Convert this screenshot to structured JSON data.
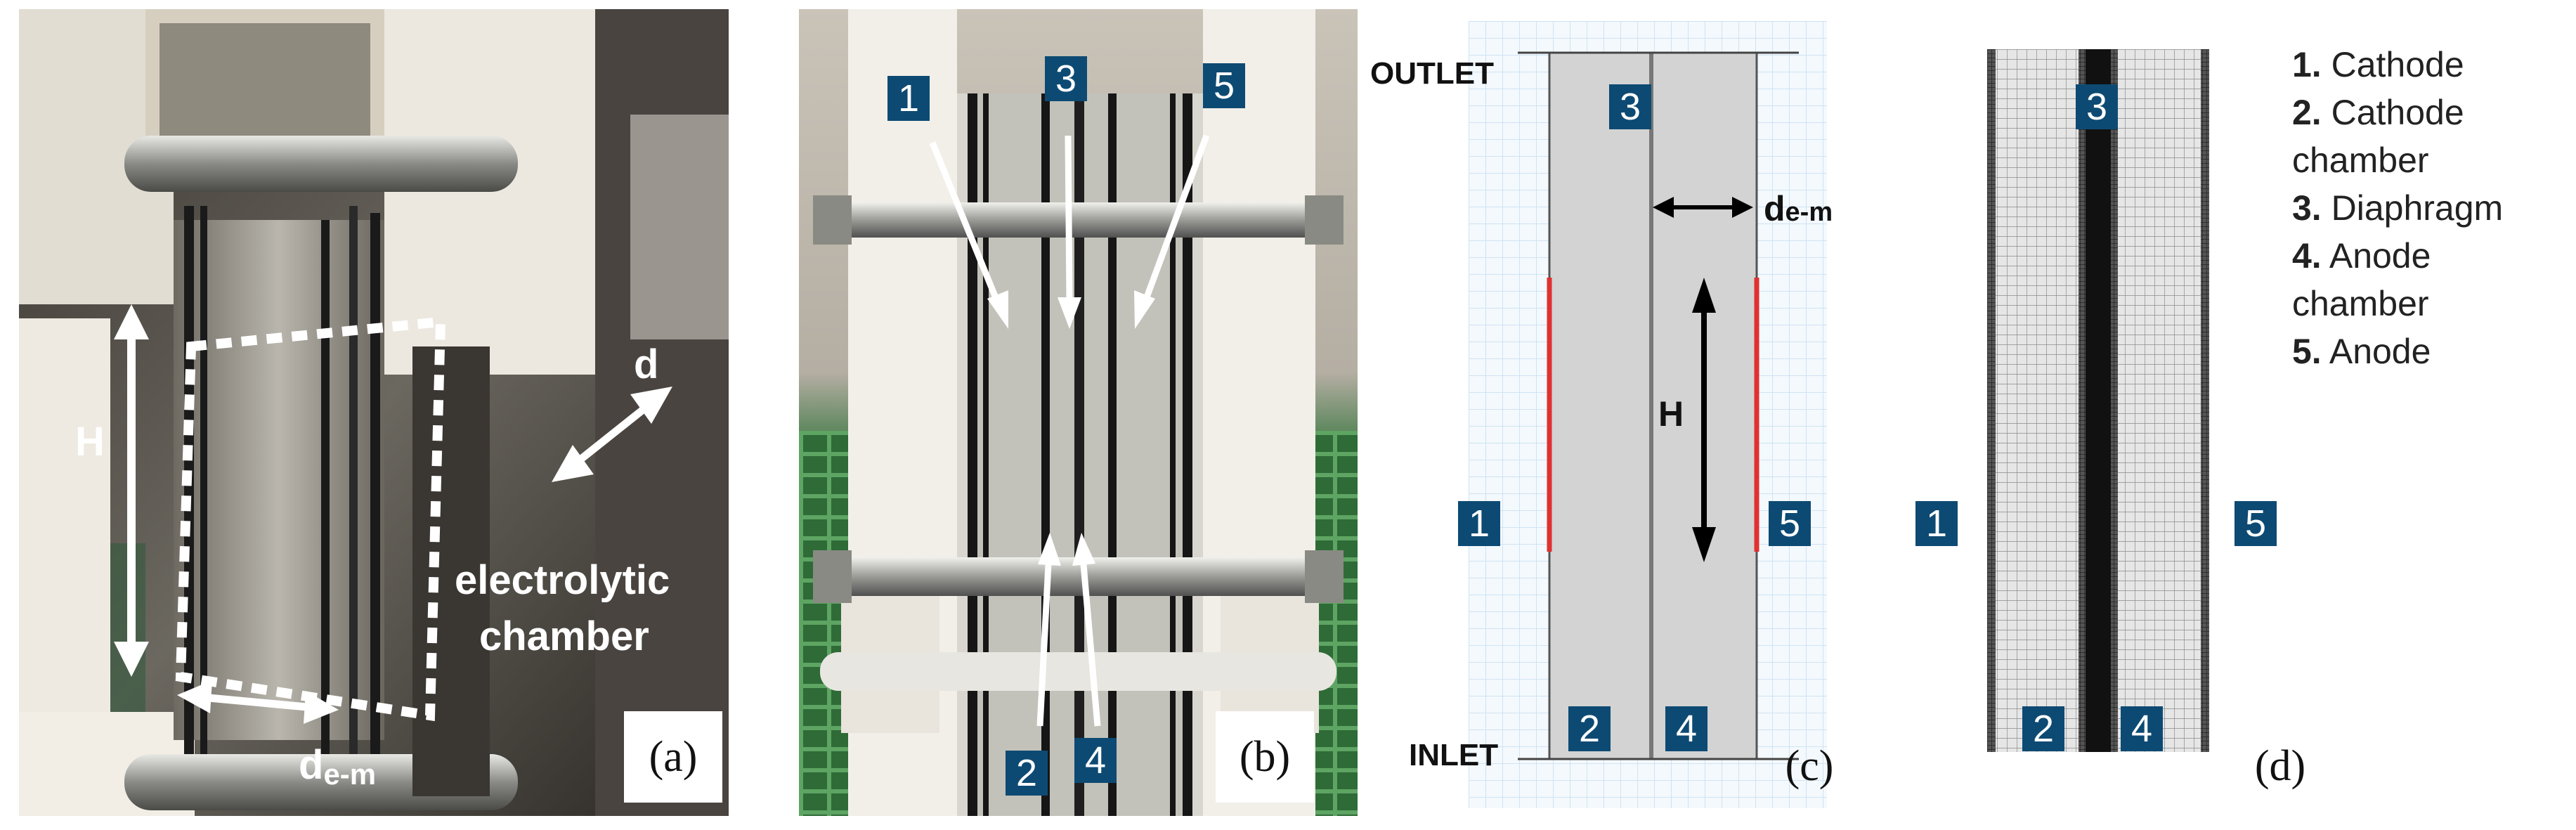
{
  "panel_a": {
    "label": "(a)",
    "height_label": "H",
    "d_label": "d",
    "dem_main": "d",
    "dem_sub": "e-m",
    "chamber_line1": "electrolytic",
    "chamber_line2": "chamber"
  },
  "panel_b": {
    "label": "(b)",
    "tags": [
      "1",
      "3",
      "5",
      "2",
      "4"
    ]
  },
  "panel_c": {
    "label": "(c)",
    "outlet": "OUTLET",
    "inlet": "INLET",
    "height_label": "H",
    "dem_main": "d",
    "dem_sub": "e-m",
    "tags": [
      "3",
      "1",
      "5",
      "2",
      "4"
    ],
    "electrode_color": "#e03030"
  },
  "panel_d": {
    "label": "(d)",
    "tags": [
      "3",
      "1",
      "5",
      "2",
      "4"
    ]
  },
  "legend": [
    {
      "num": "1.",
      "line1": "Cathode",
      "line2": ""
    },
    {
      "num": "2.",
      "line1": "Cathode",
      "line2": "chamber"
    },
    {
      "num": "3.",
      "line1": "Diaphragm",
      "line2": ""
    },
    {
      "num": "4.",
      "line1": "Anode",
      "line2": "chamber"
    },
    {
      "num": "5.",
      "line1": "Anode",
      "line2": ""
    }
  ],
  "colors": {
    "tag_bg": "#0d4a73",
    "arrow": "#ffffff",
    "grid": "#cfe3f3",
    "channel": "#d3d3d3"
  }
}
